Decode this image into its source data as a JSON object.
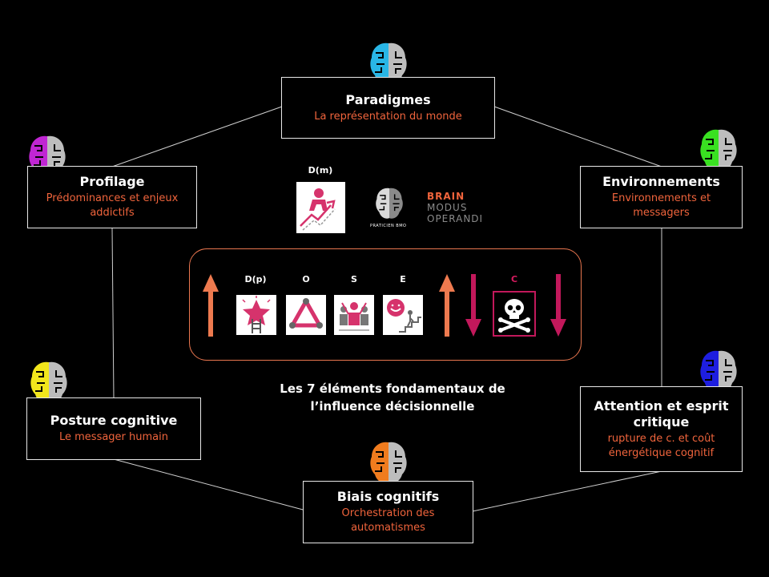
{
  "nodes": {
    "paradigmes": {
      "title": "Paradigmes",
      "subtitle": "La représentation du monde"
    },
    "profilage": {
      "title": "Profilage",
      "subtitle_line1": "Prédominances et enjeux",
      "subtitle_line2": "addictifs"
    },
    "environnements": {
      "title": "Environnements",
      "subtitle_line1": "Environnements et",
      "subtitle_line2": "messagers"
    },
    "posture": {
      "title": "Posture cognitive",
      "subtitle": "Le messager humain"
    },
    "attention": {
      "title_line1": "Attention et esprit",
      "title_line2": "critique",
      "subtitle_line1": "rupture de c. et coût",
      "subtitle_line2": "énergétique cognitif"
    },
    "biais": {
      "title": "Biais cognitifs",
      "subtitle_line1": "Orchestration des",
      "subtitle_line2": "automatismes"
    }
  },
  "logo": {
    "brain": "BRAIN",
    "modus": "MODUS",
    "operandi": "OPERANDI",
    "badge": "PRATICIEN BMO"
  },
  "dm_label": "D(m)",
  "elements": [
    {
      "label": "D(p)",
      "icon": "star-ladder-icon"
    },
    {
      "label": "O",
      "icon": "teamwork-cycle-icon"
    },
    {
      "label": "S",
      "icon": "group-people-icon"
    },
    {
      "label": "E",
      "icon": "smile-stairs-icon"
    }
  ],
  "c_label": "C",
  "headline_line1": "Les 7 éléments fondamentaux de",
  "headline_line2": "l’influence décisionnelle",
  "colors": {
    "accent_orange": "#f0643c",
    "arrow_orange": "#ee7a4f",
    "arrow_crimson": "#c2185b",
    "icon_pink": "#d6336c",
    "brain_cyan": "#29b6e6",
    "brain_magenta": "#c026d3",
    "brain_green": "#39e021",
    "brain_yellow": "#f2e61c",
    "brain_blue": "#1e1ee0",
    "brain_orange": "#f07c1e"
  }
}
